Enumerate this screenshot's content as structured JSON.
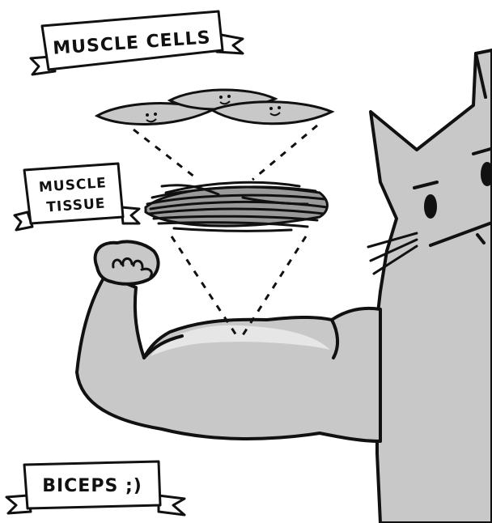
{
  "labels": {
    "muscle_cells": "MUSCLE CELLS",
    "muscle_tissue_line1": "MUSCLE",
    "muscle_tissue_line2": "TISSUE",
    "biceps": "BICEPS ;)"
  },
  "colors": {
    "fill_gray": "#c8c8c8",
    "stroke": "#111111",
    "background": "#ffffff"
  }
}
